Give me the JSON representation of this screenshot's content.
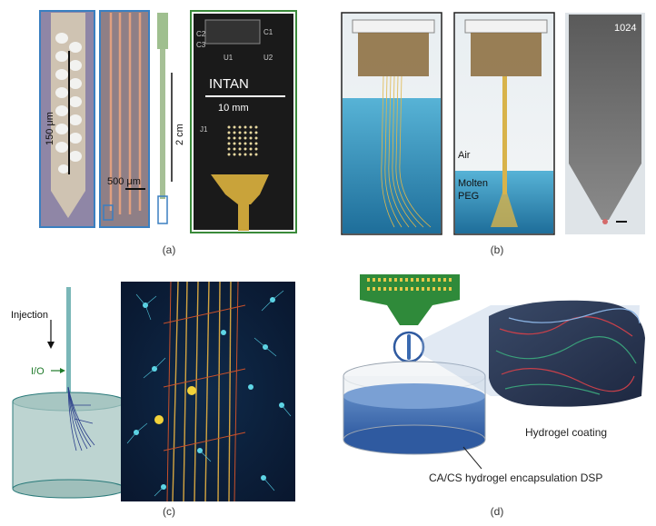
{
  "captions": {
    "a": "(a)",
    "b": "(b)",
    "c": "(c)",
    "d": "(d)"
  },
  "panel_a": {
    "scale_150": "150 μm",
    "scale_500": "500 μm",
    "scale_2cm": "2 cm",
    "brand": "INTAN",
    "scale_10mm": "10 mm",
    "pcb_labels": [
      "C2",
      "C3",
      "U1",
      "C1",
      "U2",
      "J1"
    ]
  },
  "panel_b": {
    "count": "1024",
    "air": "Air",
    "molten": "Molten",
    "peg": "PEG"
  },
  "panel_c": {
    "injection": "Injection",
    "io": "I/O"
  },
  "panel_d": {
    "coating": "Hydrogel coating",
    "encapsulation": "CA/CS hydrogel encapsulation DSP"
  },
  "colors": {
    "frame_blue": "#3a7fc0",
    "frame_green": "#3a8a3a",
    "gold": "#d8b34a",
    "water": "#4aa3c8"
  }
}
